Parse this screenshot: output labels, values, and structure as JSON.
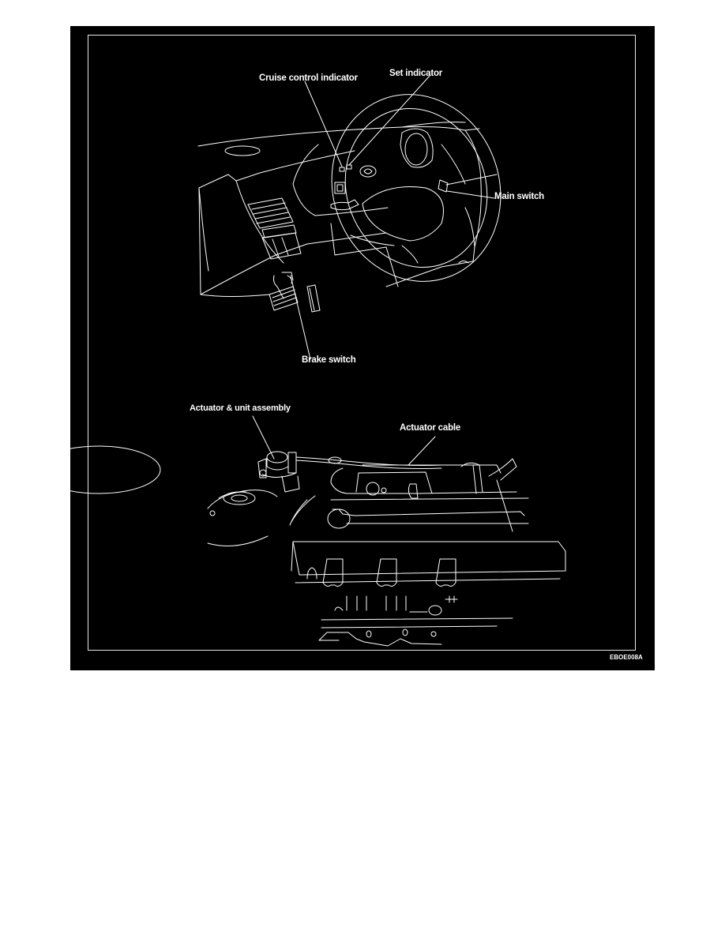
{
  "figure": {
    "background": "#000000",
    "line_color": "#ffffff",
    "code": "EBOE008A"
  },
  "top_view": {
    "labels": {
      "cruise_control_indicator": "Cruise control indicator",
      "set_indicator": "Set indicator",
      "main_switch": "Main switch",
      "brake_switch": "Brake switch"
    }
  },
  "bottom_view": {
    "labels": {
      "actuator_unit_assembly": "Actuator & unit assembly",
      "actuator_cable": "Actuator cable"
    }
  }
}
